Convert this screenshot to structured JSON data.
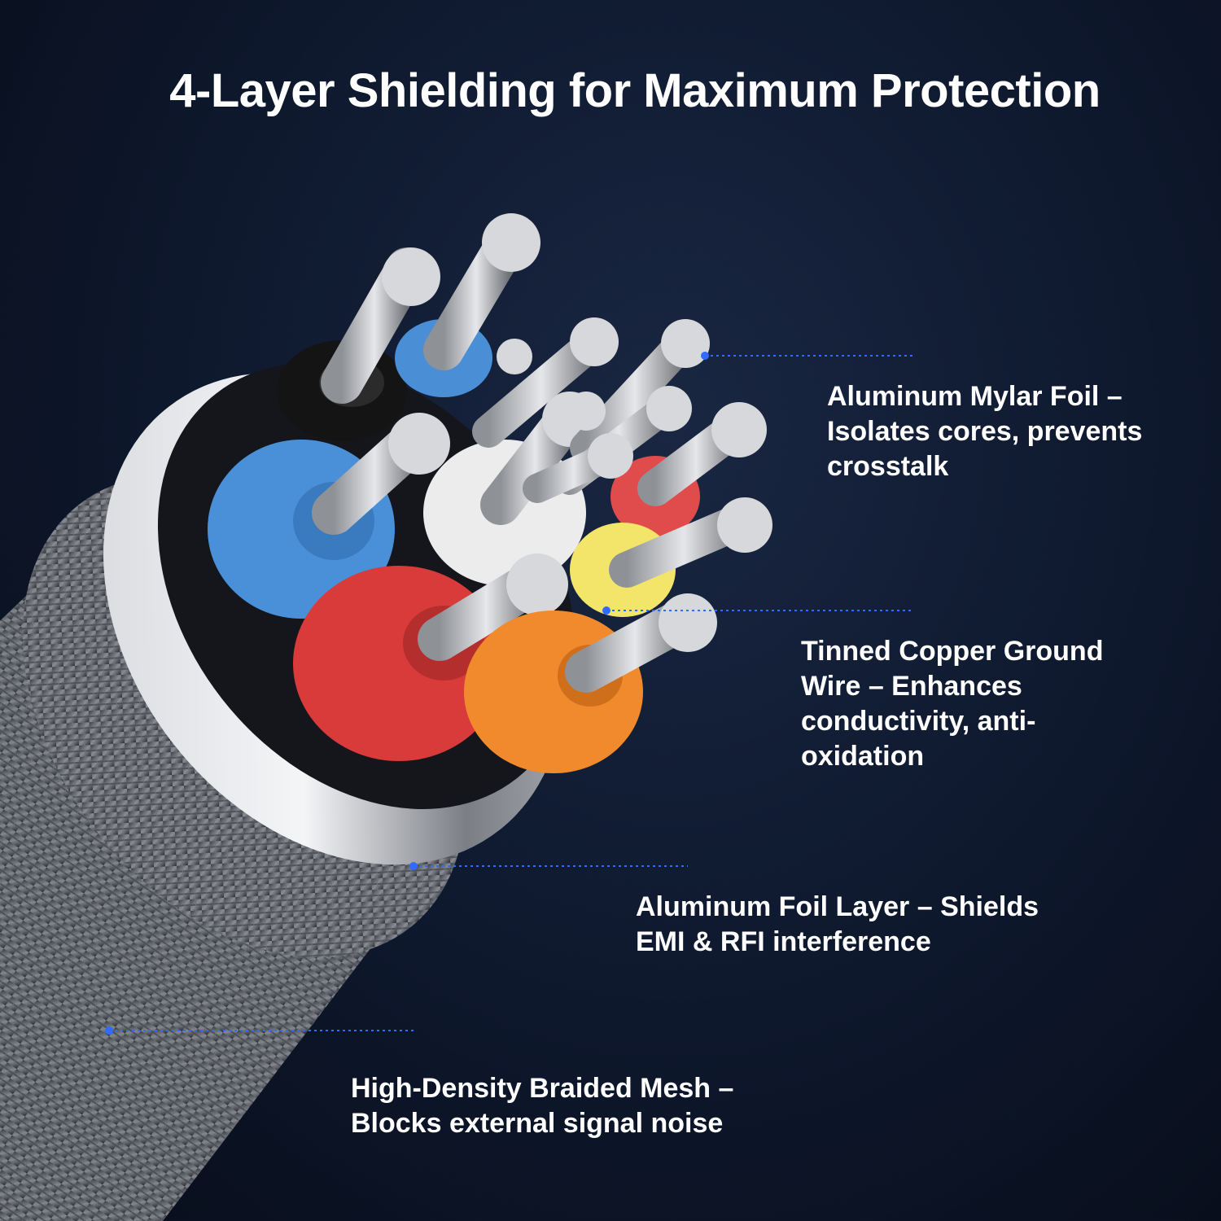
{
  "title": "4-Layer Shielding for Maximum Protection",
  "accent_color": "#2f6bff",
  "callouts": [
    {
      "lines": [
        "Aluminum Mylar Foil –",
        "Isolates cores, prevents",
        "crosstalk"
      ]
    },
    {
      "lines": [
        "Tinned Copper Ground",
        "Wire – Enhances",
        "conductivity, anti-",
        "oxidation"
      ]
    },
    {
      "lines": [
        "Aluminum Foil Layer – Shields",
        "EMI & RFI interference"
      ]
    },
    {
      "lines": [
        "High-Density Braided Mesh –",
        "Blocks external signal noise"
      ]
    }
  ],
  "wire_colors": [
    "#1a1a1a",
    "#4a90d9",
    "#e8e8e8",
    "#d93a3a",
    "#f08a2c",
    "#f2e56a",
    "#e04b4b"
  ]
}
